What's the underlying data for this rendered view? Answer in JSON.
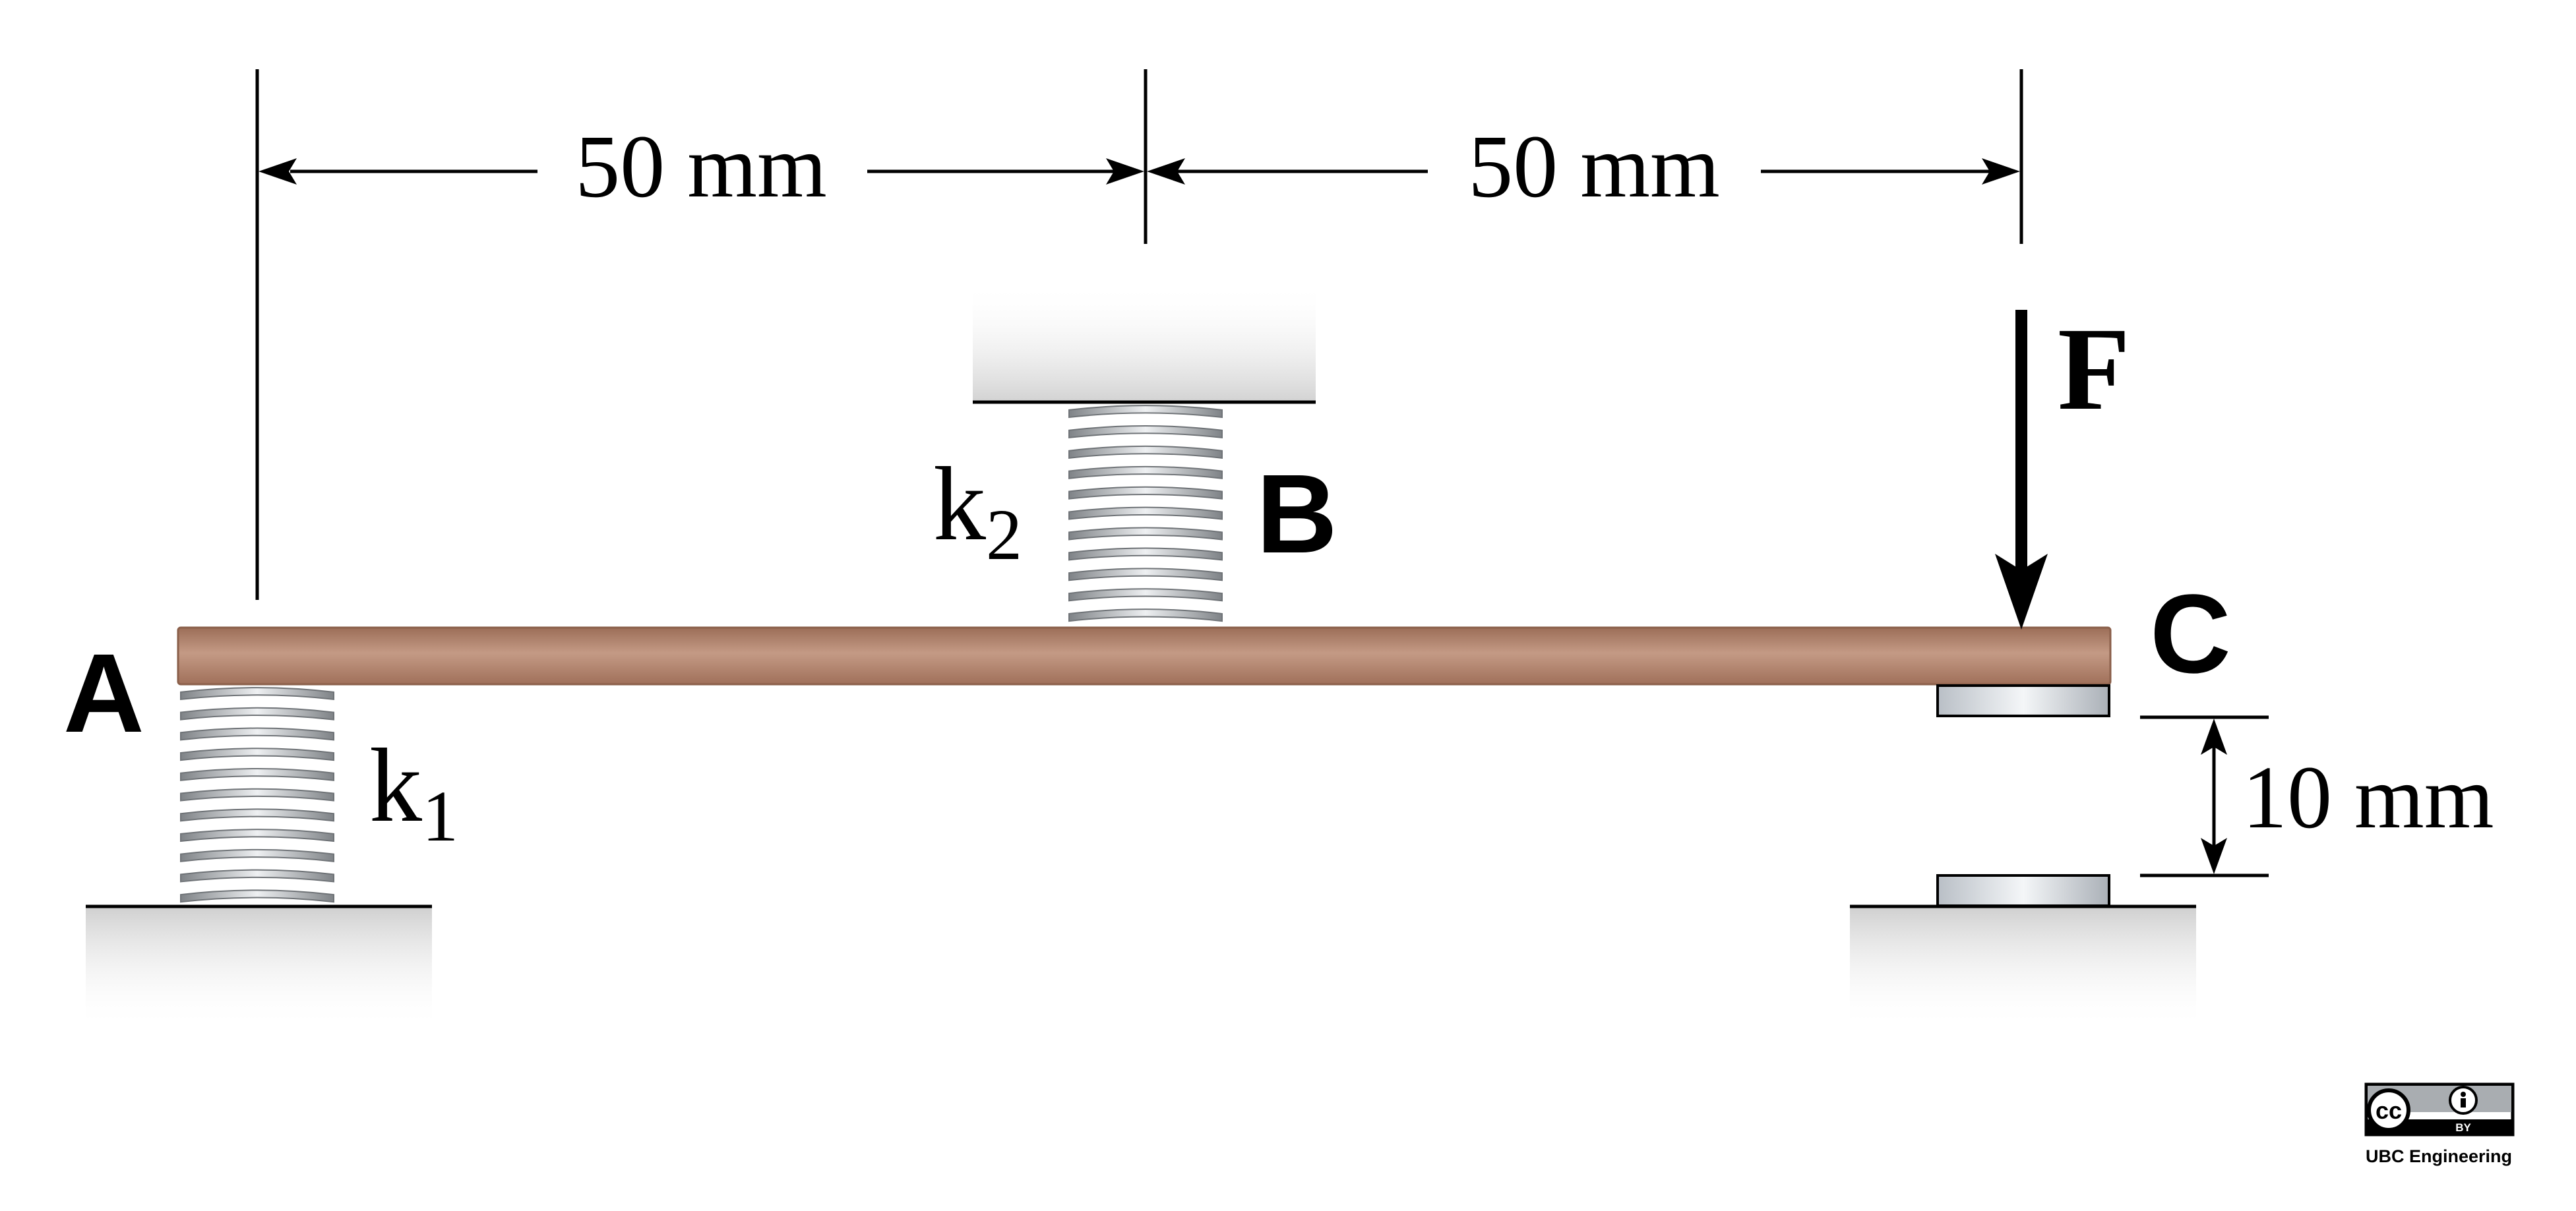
{
  "dimensions": {
    "left_span": "50 mm",
    "right_span": "50 mm",
    "gap": "10 mm"
  },
  "labels": {
    "point_a": "A",
    "point_b": "B",
    "point_c": "C",
    "force": "F",
    "spring_1_letter": "k",
    "spring_1_sub": "1",
    "spring_2_letter": "k",
    "spring_2_sub": "2"
  },
  "license": {
    "badge_cc": "cc",
    "badge_by": "BY",
    "credit": "UBC Engineering"
  },
  "colors": {
    "beam": "#b08570",
    "beam_edge": "#8a5f4a",
    "spring": "#9a9ea2",
    "ink": "#000000"
  }
}
